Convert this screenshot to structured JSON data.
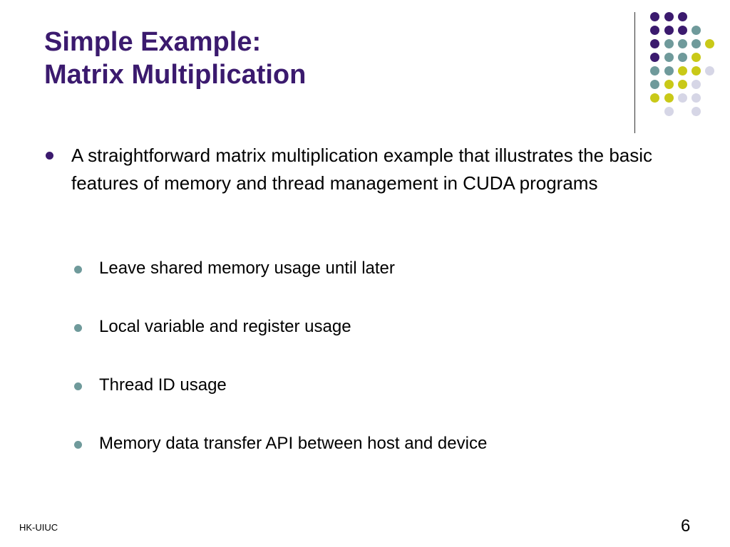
{
  "title": {
    "line1": "Simple Example:",
    "line2": "Matrix Multiplication"
  },
  "bullets": [
    {
      "text": "A straightforward matrix multiplication example that illustrates the basic features of memory and thread management in CUDA programs",
      "sub": [
        "Leave shared memory usage until later",
        "Local variable and register usage",
        "Thread ID usage",
        "Memory data transfer API between host and device"
      ]
    }
  ],
  "footer": "HK-UIUC",
  "page_number": "6",
  "colors": {
    "title": "#3b1a6e",
    "bullet_level1": "#3b1a6e",
    "bullet_level2": "#6f9a9b",
    "dot_purple": "#3b1a6e",
    "dot_teal": "#6f9a9b",
    "dot_yellow": "#c9c918",
    "dot_lavender": "#d6d6e6"
  }
}
